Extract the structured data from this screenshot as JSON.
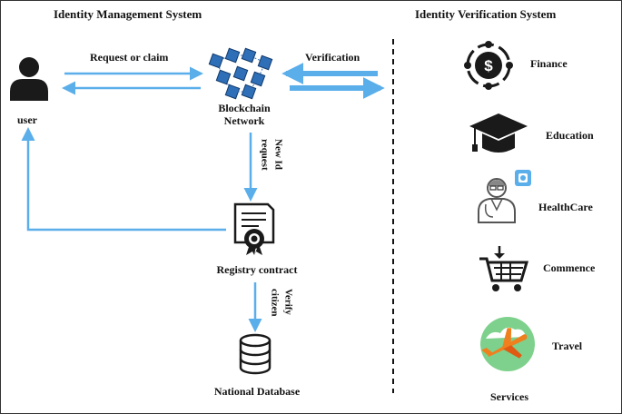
{
  "colors": {
    "arrow": "#5aaeea",
    "dark": "#1a1a1a",
    "divider": "#111111"
  },
  "left": {
    "title": "Identity Management System",
    "user_label": "user",
    "request_label": "Request or claim",
    "blockchain_line1": "Blockchain",
    "blockchain_line2": "Network",
    "new_id_line1": "New Id",
    "new_id_line2": "request",
    "registry_label": "Registry contract",
    "verify_line1": "Verify",
    "verify_line2": "citizen",
    "database_label": "National Database"
  },
  "middle": {
    "verification_label": "Verification"
  },
  "right": {
    "title": "Identity  Verification System",
    "services": [
      "Finance",
      "Education",
      "HealthCare",
      "Commence",
      "Travel"
    ],
    "footer": "Services"
  },
  "icons": [
    "user-icon",
    "blockchain-network-icon",
    "certificate-icon",
    "database-icon",
    "finance-icon",
    "graduation-cap-icon",
    "doctor-icon",
    "shopping-cart-icon",
    "airplane-icon"
  ]
}
